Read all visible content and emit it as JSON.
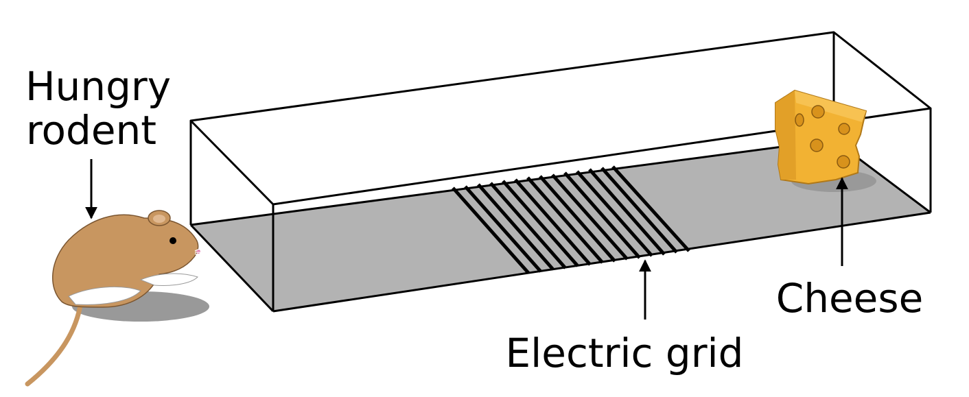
{
  "labels": {
    "rodent_line1": "Hungry",
    "rodent_line2": "rodent",
    "grid": "Electric grid",
    "cheese": "Cheese"
  },
  "colors": {
    "floor": "#b3b3b3",
    "rodent_fur": "#c89660",
    "cheese": "#f2b233",
    "cheese_shade": "#d8921c",
    "shadow": "#999999"
  }
}
